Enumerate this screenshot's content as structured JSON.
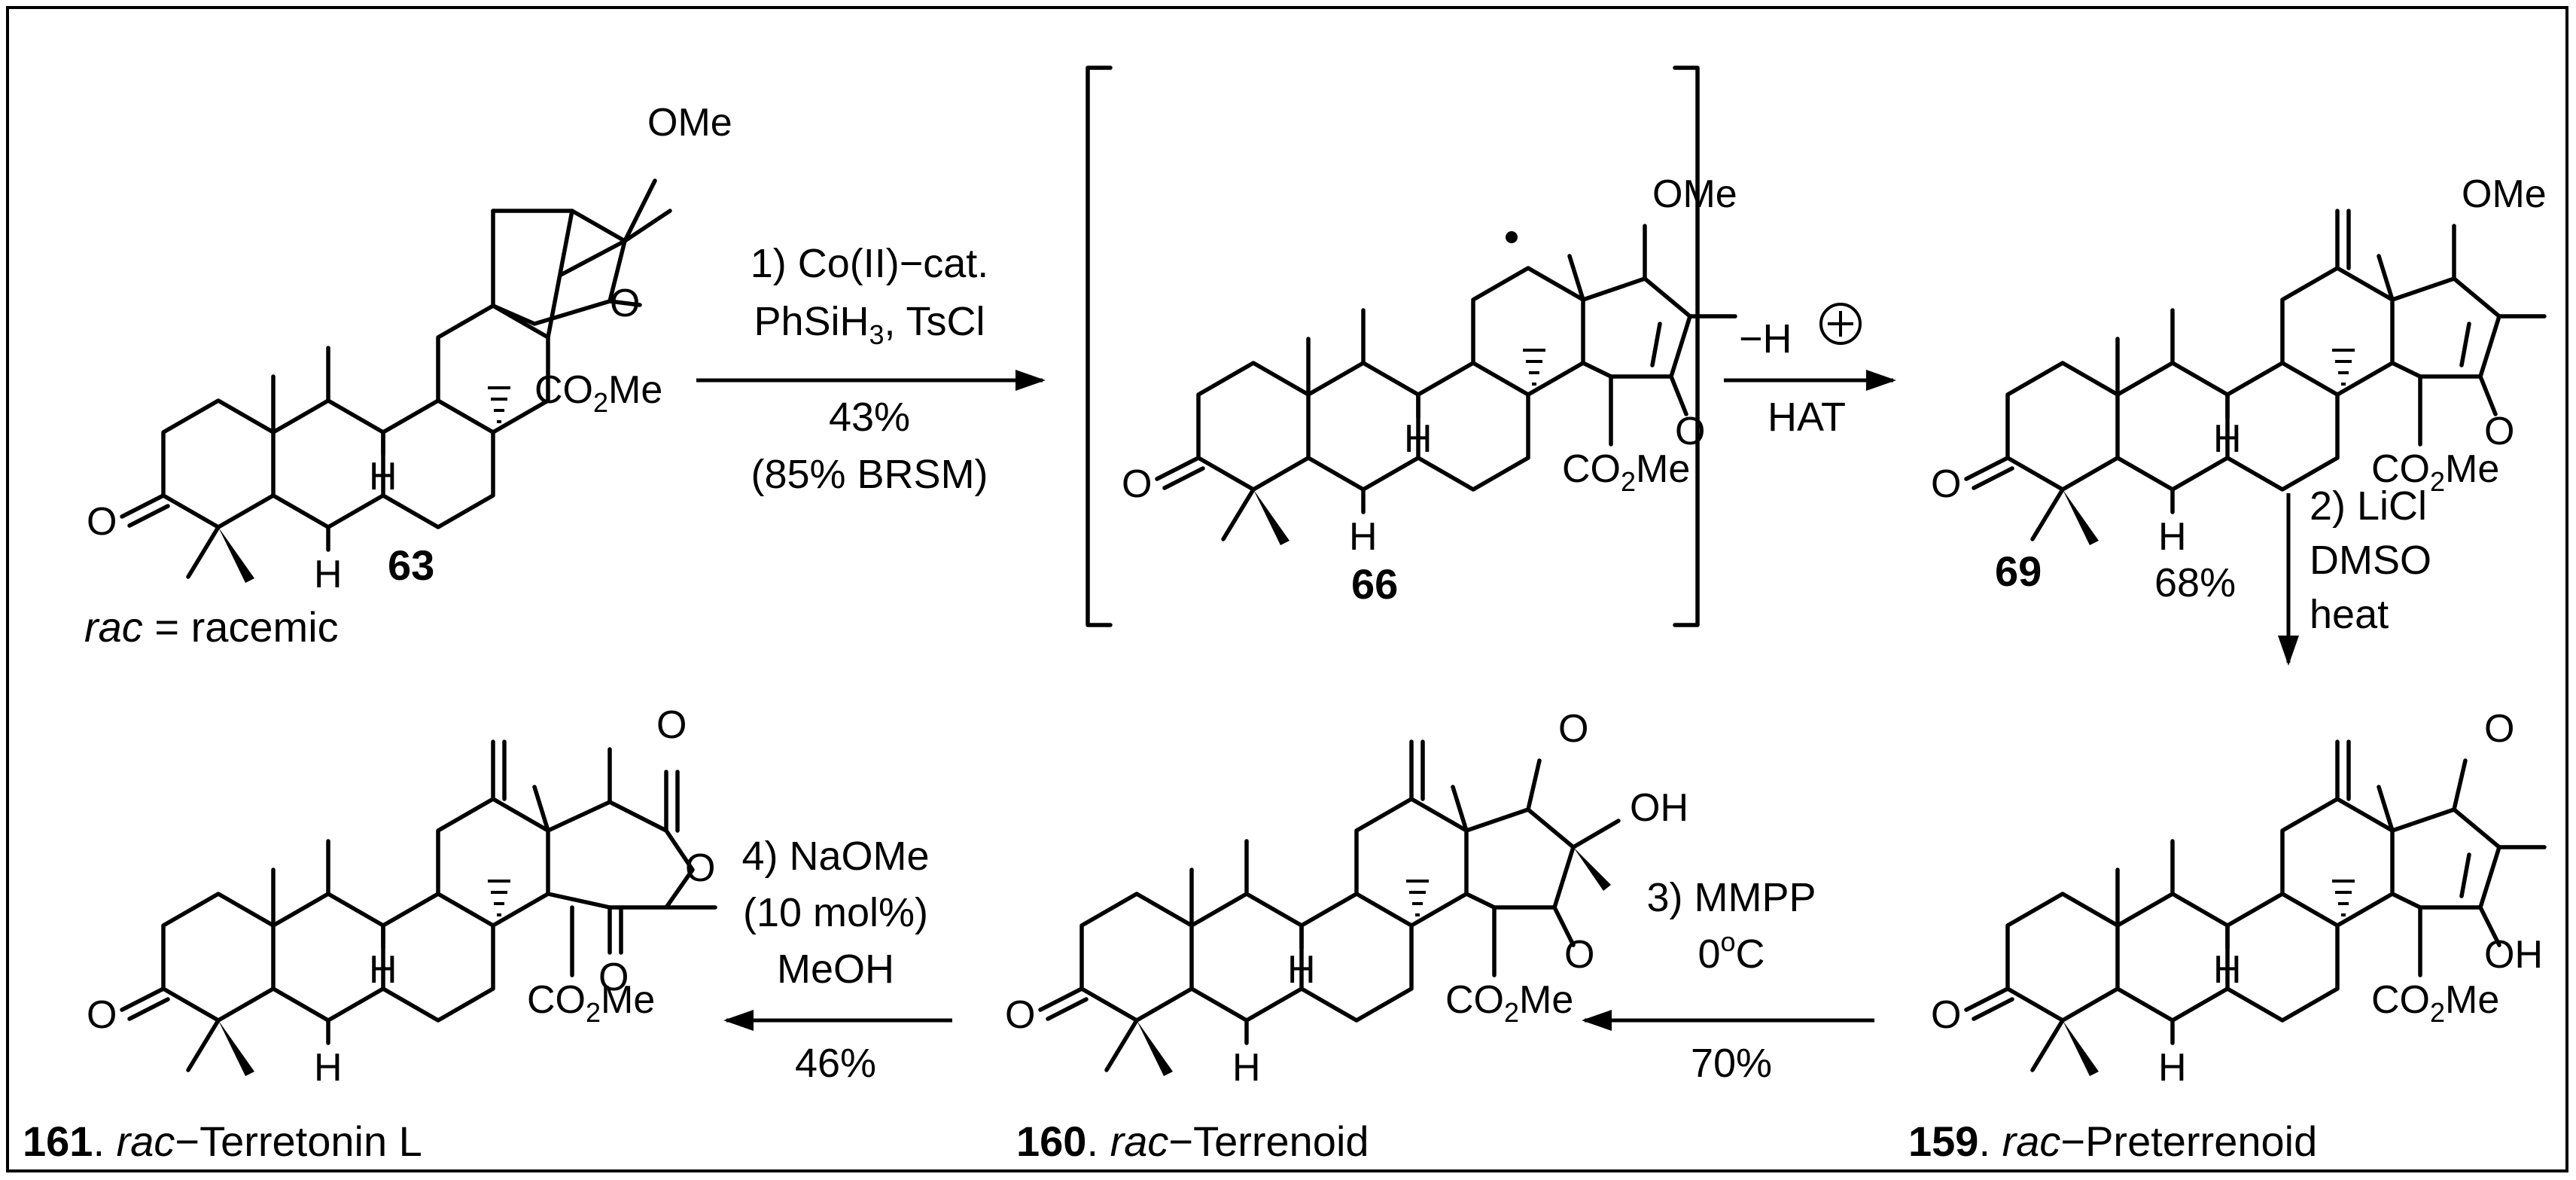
{
  "scheme": {
    "compounds": {
      "c63": {
        "number": "63",
        "note_italic": "rac",
        "note_rest": " = racemic"
      },
      "c66": {
        "number": "66"
      },
      "c69": {
        "number": "69"
      },
      "c159": {
        "number": "159",
        "sep": ". ",
        "prefix": "rac",
        "name": "−Preterrenoid"
      },
      "c160": {
        "number": "160",
        "sep": ". ",
        "prefix": "rac",
        "name": "−Terrenoid"
      },
      "c161": {
        "number": "161",
        "sep": ". ",
        "prefix": "rac",
        "name": "−Terretonin L"
      }
    },
    "atoms": {
      "O": "O",
      "H": "H",
      "OMe": "OMe",
      "OH": "OH",
      "CO": "CO",
      "two": "2",
      "Me": "Me"
    },
    "steps": {
      "s1": {
        "line1": "1) Co(II)−cat.",
        "line2a": "PhSiH",
        "line2sub": "3",
        "line2b": ", TsCl",
        "yield": "43%",
        "brsm": "(85% BRSM)"
      },
      "s_hat": {
        "top": "−H",
        "bottom": "HAT"
      },
      "s2": {
        "line1": "2) LiCl",
        "line2": "DMSO",
        "line3": "heat",
        "yield": "68%"
      },
      "s3": {
        "line1": "3) MMPP",
        "line2a": "0",
        "line2sup": "o",
        "line2b": "C",
        "yield": "70%"
      },
      "s4": {
        "line1": "4) NaOMe",
        "line2": "(10 mol%)",
        "line3": "MeOH",
        "yield": "46%"
      }
    }
  }
}
